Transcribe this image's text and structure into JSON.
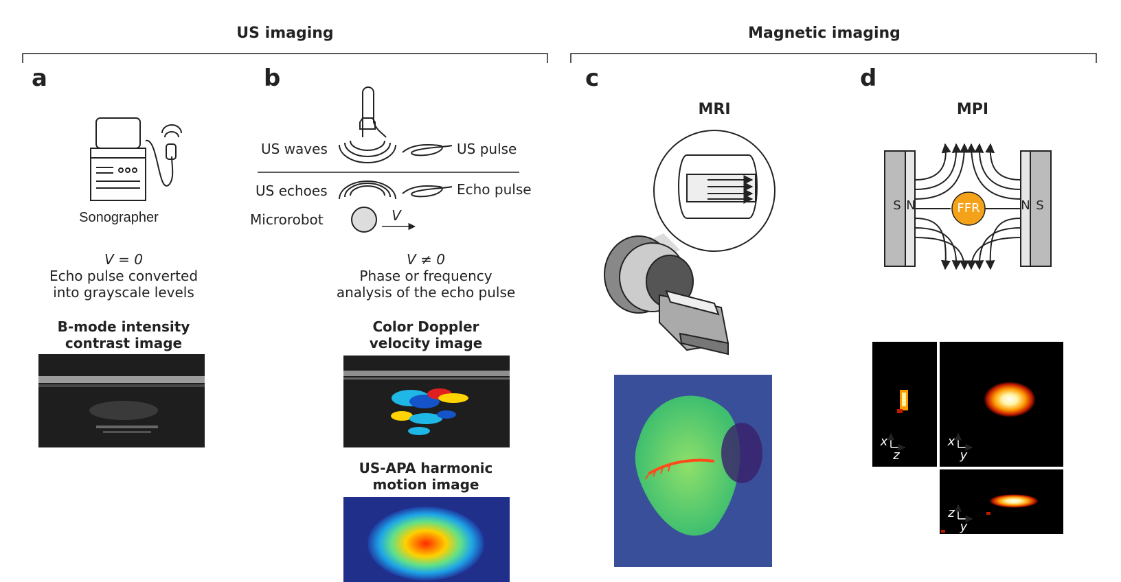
{
  "sections": {
    "us_imaging": "US imaging",
    "magnetic_imaging": "Magnetic imaging"
  },
  "panels": {
    "a": {
      "letter": "a",
      "device_label": "Sonographer",
      "velocity": "V = 0",
      "desc_line1": "Echo pulse converted",
      "desc_line2": "into grayscale levels",
      "image_title_line1": "B-mode intensity",
      "image_title_line2": "contrast image"
    },
    "b": {
      "letter": "b",
      "us_waves": "US waves",
      "us_pulse": "US pulse",
      "us_echoes": "US echoes",
      "echo_pulse": "Echo pulse",
      "microrobot": "Microrobot",
      "v_symbol": "V",
      "velocity": "V ≠ 0",
      "desc_line1": "Phase or frequency",
      "desc_line2": "analysis of the echo pulse",
      "doppler_title_line1": "Color Doppler",
      "doppler_title_line2": "velocity image",
      "apa_title_line1": "US-APA harmonic",
      "apa_title_line2": "motion image"
    },
    "c": {
      "letter": "c",
      "title": "MRI"
    },
    "d": {
      "letter": "d",
      "title": "MPI",
      "left_s": "S",
      "left_n": "N",
      "right_n": "N",
      "right_s": "S",
      "ffr": "FFR",
      "axis_xz_1": "x",
      "axis_xz_2": "z",
      "axis_xy_1": "x",
      "axis_xy_2": "y",
      "axis_zy_1": "z",
      "axis_zy_2": "y"
    }
  },
  "colors": {
    "ffr_orange": "#f5a21b",
    "mri_background": "#3a4f9a",
    "mri_tissue": "#6fd36a",
    "robot_path": "#ff4a1a",
    "mpi_background": "#000000",
    "mpi_hot": "#fff3a0"
  }
}
